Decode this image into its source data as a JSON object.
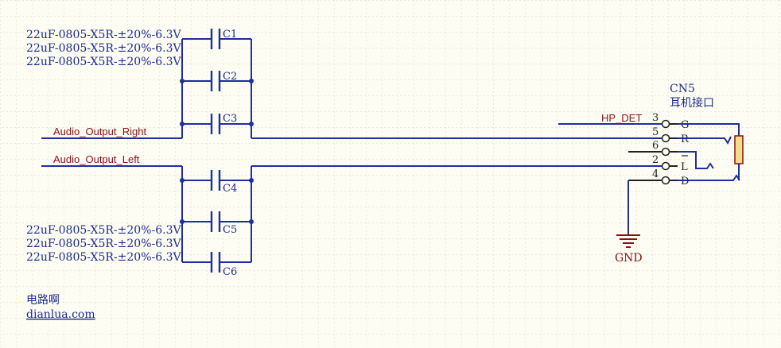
{
  "cap_values_top": [
    "22uF-0805-X5R-±20%-6.3V",
    "22uF-0805-X5R-±20%-6.3V",
    "22uF-0805-X5R-±20%-6.3V"
  ],
  "cap_values_bottom": [
    "22uF-0805-X5R-±20%-6.3V",
    "22uF-0805-X5R-±20%-6.3V",
    "22uF-0805-X5R-±20%-6.3V"
  ],
  "capacitors": [
    "C1",
    "C2",
    "C3",
    "C4",
    "C5",
    "C6"
  ],
  "nets": {
    "right": "Audio_Output_Right",
    "left": "Audio_Output_Left",
    "hp_det": "HP_DET",
    "gnd": "GND"
  },
  "connector": {
    "ref": "CN5",
    "name": "耳机接口",
    "pins": [
      {
        "num": "3",
        "label": "G"
      },
      {
        "num": "5",
        "label": "R"
      },
      {
        "num": "6",
        "label": ""
      },
      {
        "num": "2",
        "label": "L"
      },
      {
        "num": "4",
        "label": "D"
      }
    ]
  },
  "brand": {
    "name": "电路啊",
    "url": "dianlua.com"
  },
  "colors": {
    "wire": "#1f2f9f",
    "net_label": "#8b1010",
    "background": "#fdfdf4",
    "resistor_fill": "#f3dc8a"
  }
}
